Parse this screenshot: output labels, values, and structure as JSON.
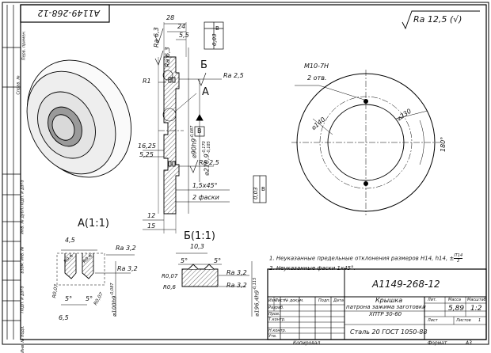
{
  "header": {
    "rotated_code": "A1149-268-12",
    "roughness_general": "Ra 12,5"
  },
  "margin_labels": [
    "Перв. примен.",
    "Справ. №",
    "Подп. и дата",
    "Инв. № дубл.",
    "Взам. инв. №",
    "Подп. и дата",
    "Инв. № подл."
  ],
  "section": {
    "view_letter_b": "Б",
    "view_letter_a": "А",
    "dim_28": "28",
    "dim_24": "24",
    "dim_5_5": "5,5",
    "ra_6_3_a": "Ra 6,3",
    "ra_6_3_b": "Ra 6,3",
    "ra_2_5_top": "Ra 2,5",
    "ra_2_5_bottom": "Ra 2,5",
    "r1": "R1",
    "datum_b": "В",
    "tol_runout_top_value": "0,03",
    "tol_runout_top_datum": "В",
    "tol_runout_bottom_value": "0,03",
    "tol_runout_bottom_datum": "В",
    "dim_16_25": "16,25",
    "dim_5_25": "5,25",
    "dim_12": "12",
    "dim_15": "15",
    "chamfer": "1,5x45°",
    "chamfer_count": "2 фаски",
    "diam_90h9": "⌀90h9",
    "diam_90h9_tol": "-0,087",
    "diam_210": "⌀210,9",
    "diam_210_tol_top": "-0,170",
    "diam_210_tol_bot": "-0,185"
  },
  "front_view": {
    "thread": "M10-7H",
    "holes": "2 отв.",
    "diam_140": "⌀140",
    "diam_230": "⌀230",
    "angle": "180°"
  },
  "detail_a": {
    "title": "А(1:1)",
    "dim_4_5": "4,5",
    "ra_3_2_a": "Ra 3,2",
    "ra_3_2_b": "Ra 3,2",
    "r0_6_a": "R0,6",
    "r0_6_b": "R0,6",
    "r0_07_a": "R0,07",
    "r0_07_b": "R0,07",
    "angle_a": "5°",
    "angle_b": "5°",
    "dim_6_5": "6,5",
    "diam": "⌀100h9",
    "diam_tol": "-0,087"
  },
  "detail_b": {
    "title": "Б(1:1)",
    "dim_10_3": "10,3",
    "angle_a": "5°",
    "angle_b": "5°",
    "r0_07": "R0,07",
    "r0_6": "R0,6",
    "ra_3_2_a": "Ra 3,2",
    "ra_3_2_b": "Ra 3,2",
    "diam": "⌀196,4h9",
    "diam_tol": "-0,115"
  },
  "notes": {
    "note1": "1. Неуказанные предельные отклонения размеров H14, h14, ±",
    "note1_frac_top": "IT14",
    "note1_frac_bot": "2",
    "note2": "2. Неуказанные фаски 1x45°."
  },
  "title_block": {
    "designation": "А1149-268-12",
    "name_line1": "Крышка",
    "name_line2": "патрона зажима заготовки",
    "name_line3": "ХПТР 30-60",
    "material": "Сталь 20 ГОСТ 1050-88",
    "mass": "5,89",
    "scale": "1:2",
    "mass_header": "Масса",
    "scale_header": "Масштаб",
    "lit_header": "Лит.",
    "sheet_label": "Лист",
    "sheets_label": "Листов",
    "sheets_count": "1",
    "col_izm": "Изм",
    "col_list": "Лист",
    "col_doc": "№ докум.",
    "col_sign": "Подп.",
    "col_date": "Дата",
    "row_razrab": "Разраб.",
    "row_prov": "Пров.",
    "row_tkontr": "Т.контр.",
    "row_nkontr": "Н.контр.",
    "row_utv": "Утв.",
    "copied": "Копировал",
    "format": "Формат",
    "format_value": "А3"
  }
}
